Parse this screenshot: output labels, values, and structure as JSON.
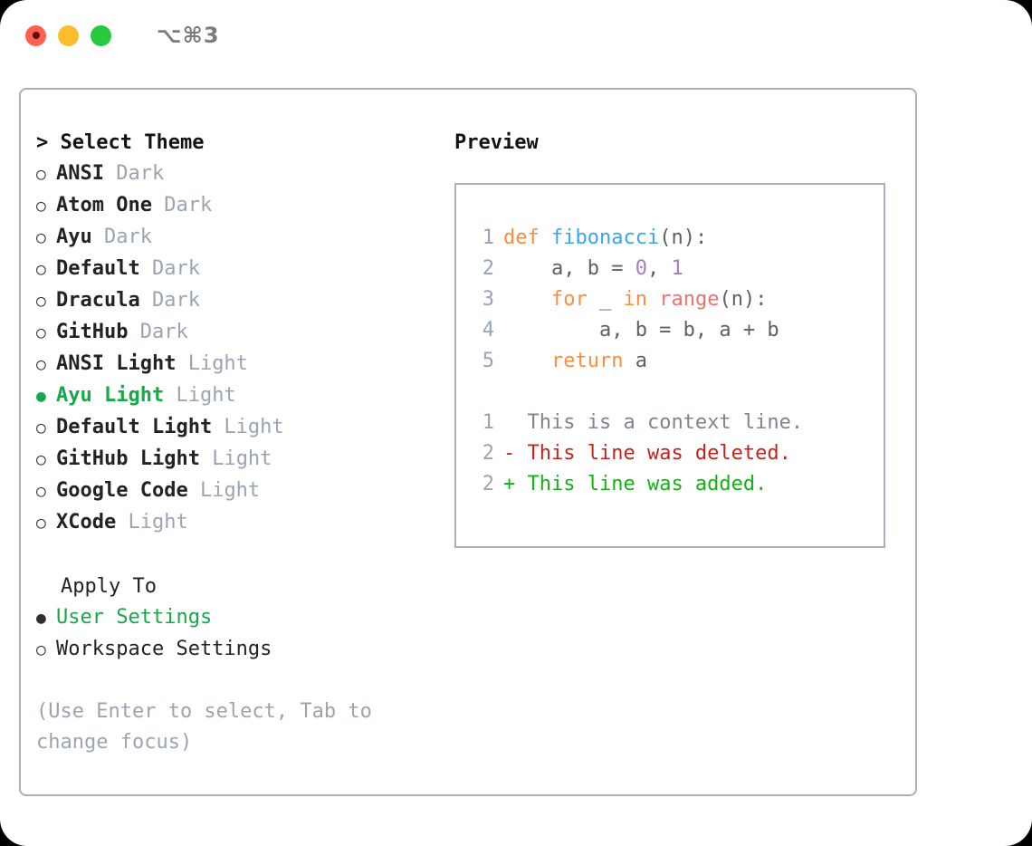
{
  "window": {
    "shortcut_label": "⌥⌘3",
    "traffic_lights": [
      {
        "name": "close",
        "color": "#ff5f52"
      },
      {
        "name": "minimize",
        "color": "#fbbd2e"
      },
      {
        "name": "maximize",
        "color": "#28c83f"
      }
    ]
  },
  "theme_panel": {
    "header_prefix": "> ",
    "header": "Select Theme",
    "bullet_unselected": "○",
    "bullet_selected": "●",
    "items": [
      {
        "name": "ANSI",
        "variant": "Dark",
        "selected": false
      },
      {
        "name": "Atom One",
        "variant": "Dark",
        "selected": false
      },
      {
        "name": "Ayu",
        "variant": "Dark",
        "selected": false
      },
      {
        "name": "Default",
        "variant": "Dark",
        "selected": false
      },
      {
        "name": "Dracula",
        "variant": "Dark",
        "selected": false
      },
      {
        "name": "GitHub",
        "variant": "Dark",
        "selected": false
      },
      {
        "name": "ANSI Light",
        "variant": "Light",
        "selected": false
      },
      {
        "name": "Ayu Light",
        "variant": "Light",
        "selected": true
      },
      {
        "name": "Default Light",
        "variant": "Light",
        "selected": false
      },
      {
        "name": "GitHub Light",
        "variant": "Light",
        "selected": false
      },
      {
        "name": "Google Code",
        "variant": "Light",
        "selected": false
      },
      {
        "name": "XCode",
        "variant": "Light",
        "selected": false
      }
    ]
  },
  "apply_to": {
    "header": "Apply To",
    "options": [
      {
        "label": "User Settings",
        "selected": true
      },
      {
        "label": "Workspace Settings",
        "selected": false
      }
    ]
  },
  "hint": "(Use Enter to select, Tab to change focus)",
  "preview": {
    "title": "Preview",
    "code_lines": [
      {
        "no": "1",
        "tokens": [
          {
            "t": "def ",
            "c": "kw"
          },
          {
            "t": "fibonacci",
            "c": "fn"
          },
          {
            "t": "(n):",
            "c": "pln"
          }
        ]
      },
      {
        "no": "2",
        "tokens": [
          {
            "t": "    a, b = ",
            "c": "pln"
          },
          {
            "t": "0",
            "c": "num"
          },
          {
            "t": ", ",
            "c": "pln"
          },
          {
            "t": "1",
            "c": "num"
          }
        ]
      },
      {
        "no": "3",
        "tokens": [
          {
            "t": "    ",
            "c": "pln"
          },
          {
            "t": "for",
            "c": "kw"
          },
          {
            "t": " _ ",
            "c": "pln"
          },
          {
            "t": "in",
            "c": "kw"
          },
          {
            "t": " ",
            "c": "pln"
          },
          {
            "t": "range",
            "c": "bi"
          },
          {
            "t": "(n):",
            "c": "pln"
          }
        ]
      },
      {
        "no": "4",
        "tokens": [
          {
            "t": "        a, b = b, a + b",
            "c": "pln"
          }
        ]
      },
      {
        "no": "5",
        "tokens": [
          {
            "t": "    ",
            "c": "pln"
          },
          {
            "t": "return",
            "c": "kw"
          },
          {
            "t": " a",
            "c": "pln"
          }
        ]
      }
    ],
    "diff_lines": [
      {
        "no": "1",
        "marker": "  ",
        "text": "This is a context line.",
        "kind": "ctx"
      },
      {
        "no": "2",
        "marker": "- ",
        "text": "This line was deleted.",
        "kind": "del"
      },
      {
        "no": "2",
        "marker": "+ ",
        "text": "This line was added.",
        "kind": "add"
      }
    ]
  },
  "colors": {
    "accent_green": "#17a84a",
    "muted": "#9aa5b1",
    "border": "#a7b0bc",
    "keyword": "#fa8d3e",
    "function": "#3aa5ef",
    "number": "#a37acc",
    "builtin": "#f07171",
    "diff_delete": "#c4241c",
    "diff_add": "#12b312"
  }
}
